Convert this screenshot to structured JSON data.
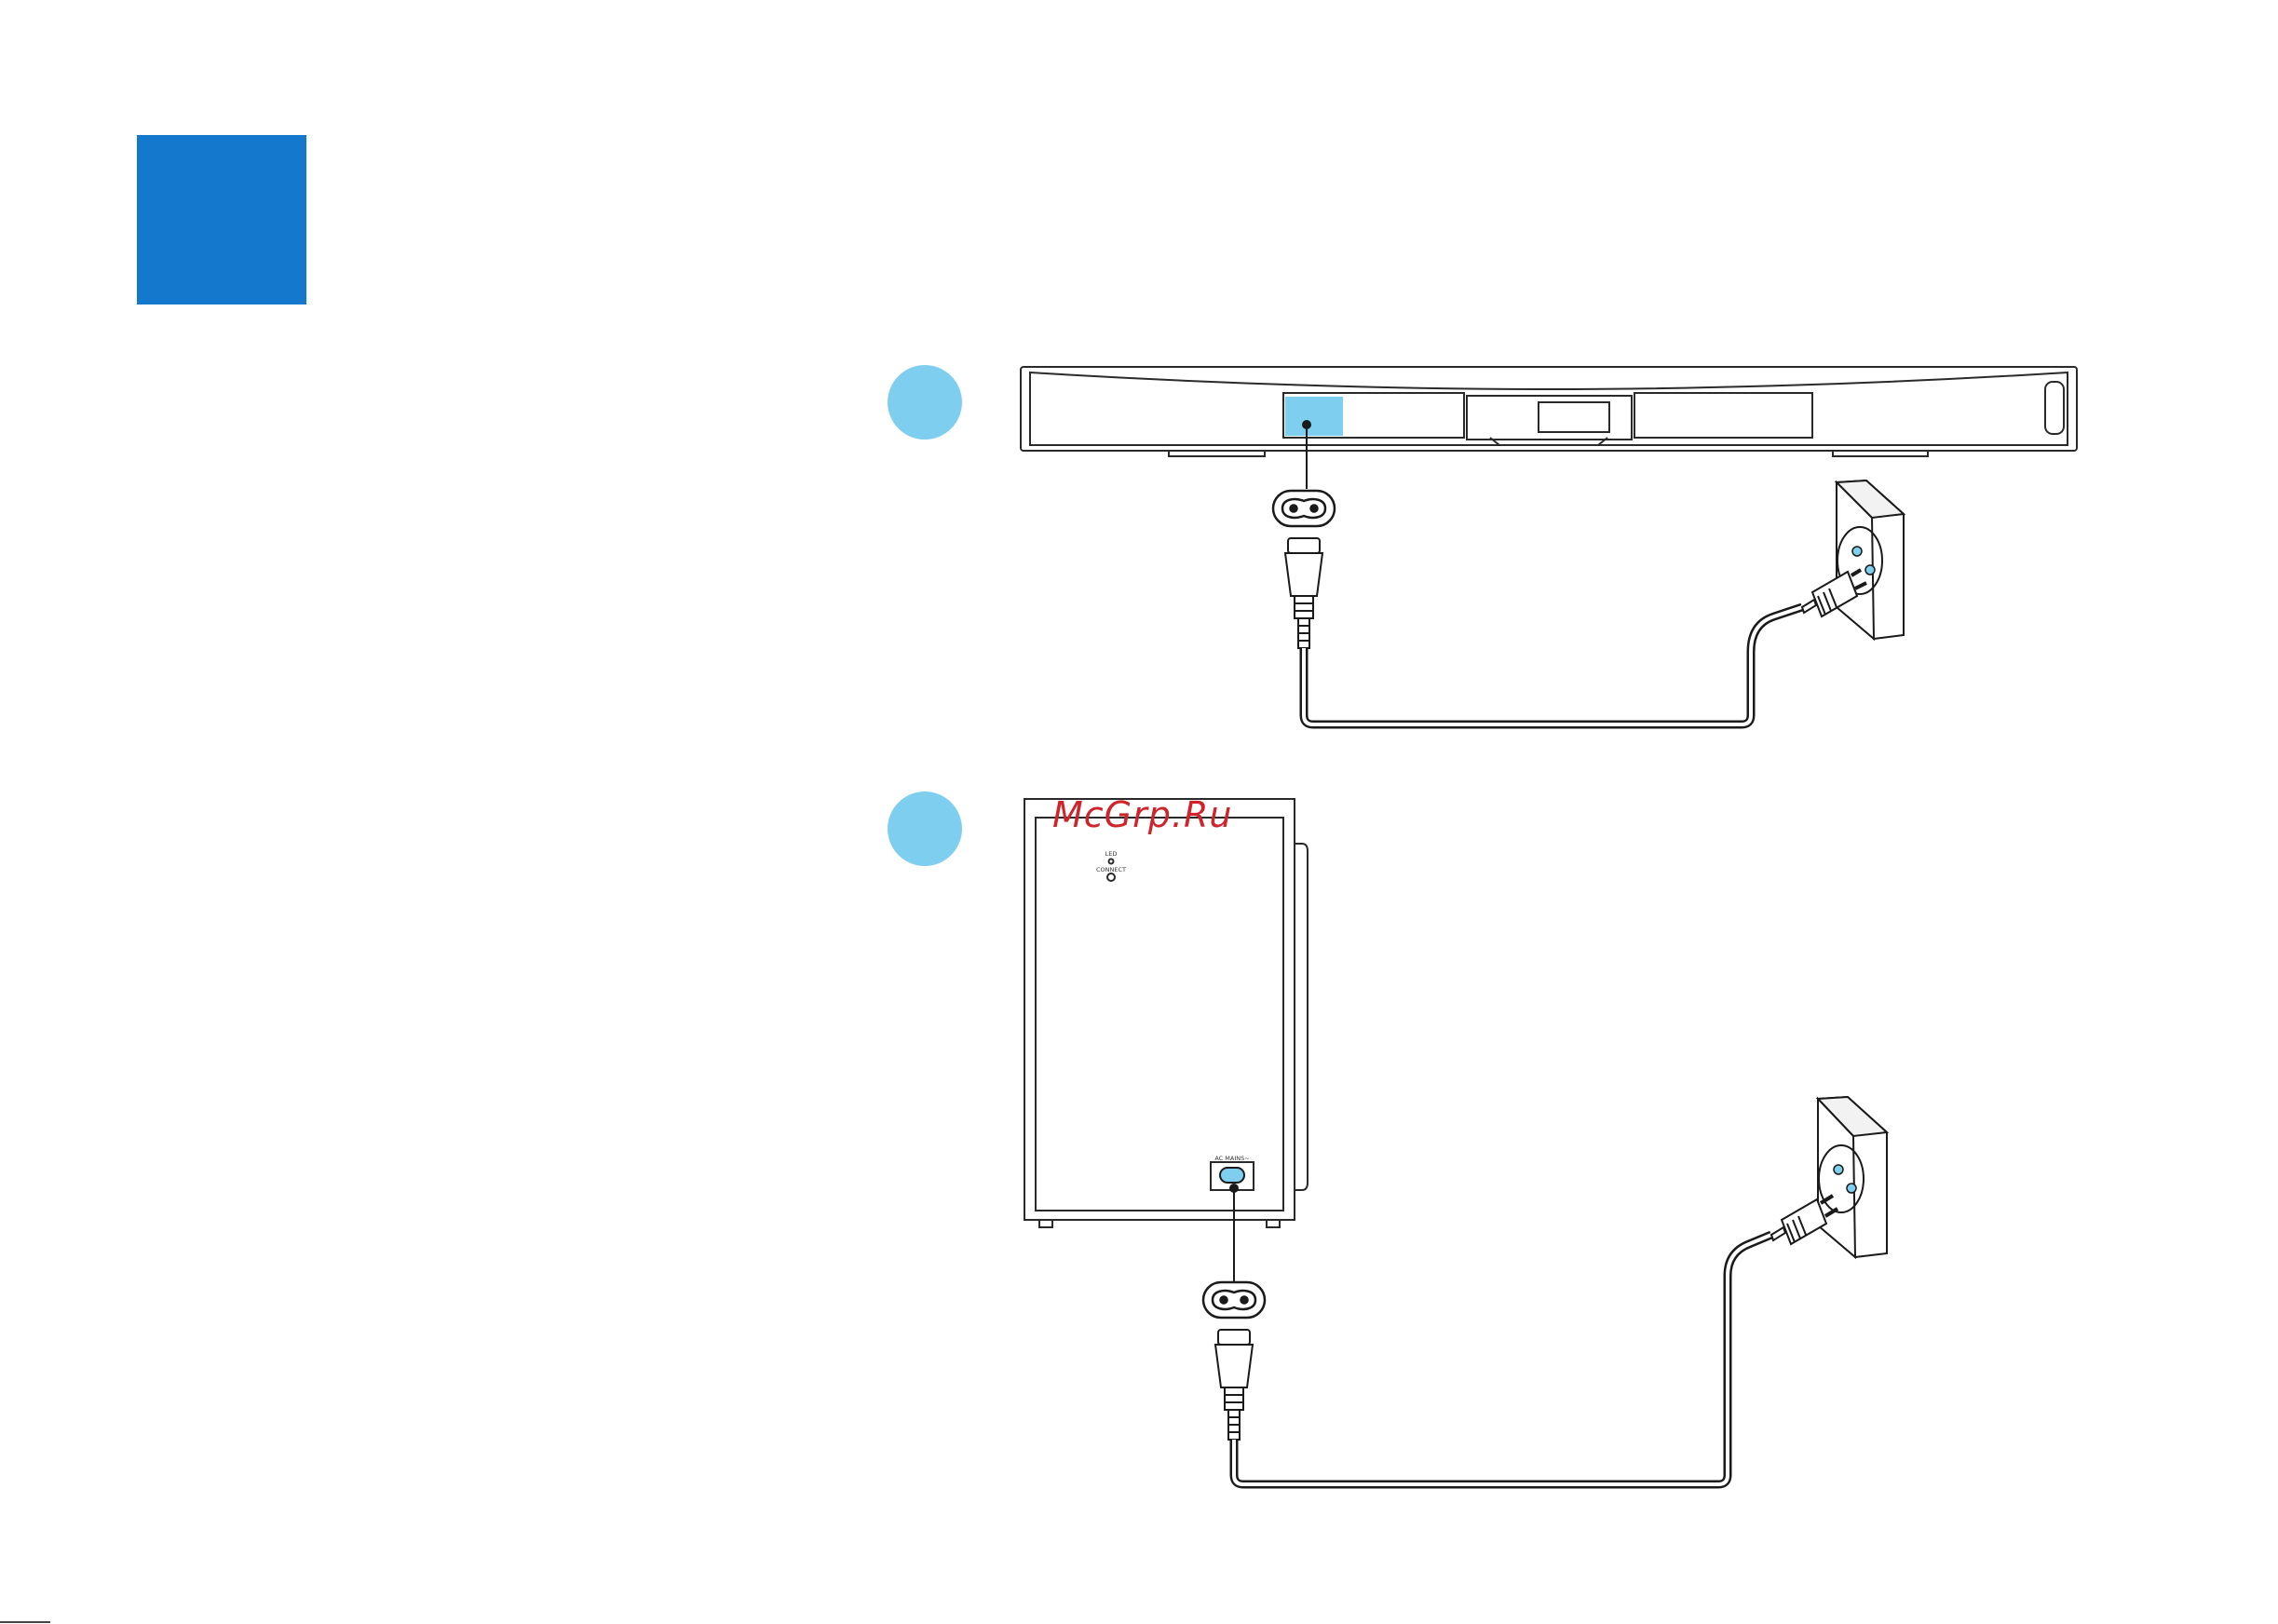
{
  "colors": {
    "step_square": "#1478cc",
    "step_circle": "#7ecef0",
    "port_highlight": "#7ecef0",
    "outline": "#2a2a2a",
    "watermark": "#d0242b"
  },
  "watermark": {
    "text": "McGrp.Ru"
  },
  "subwoofer": {
    "led_label": "LED",
    "connect_label": "CONNECT",
    "ac_mains_label": "AC MAINS~"
  },
  "icons": {
    "power_socket": "wall-socket-icon",
    "plug": "euro-plug-icon",
    "connector": "figure8-connector-icon"
  }
}
